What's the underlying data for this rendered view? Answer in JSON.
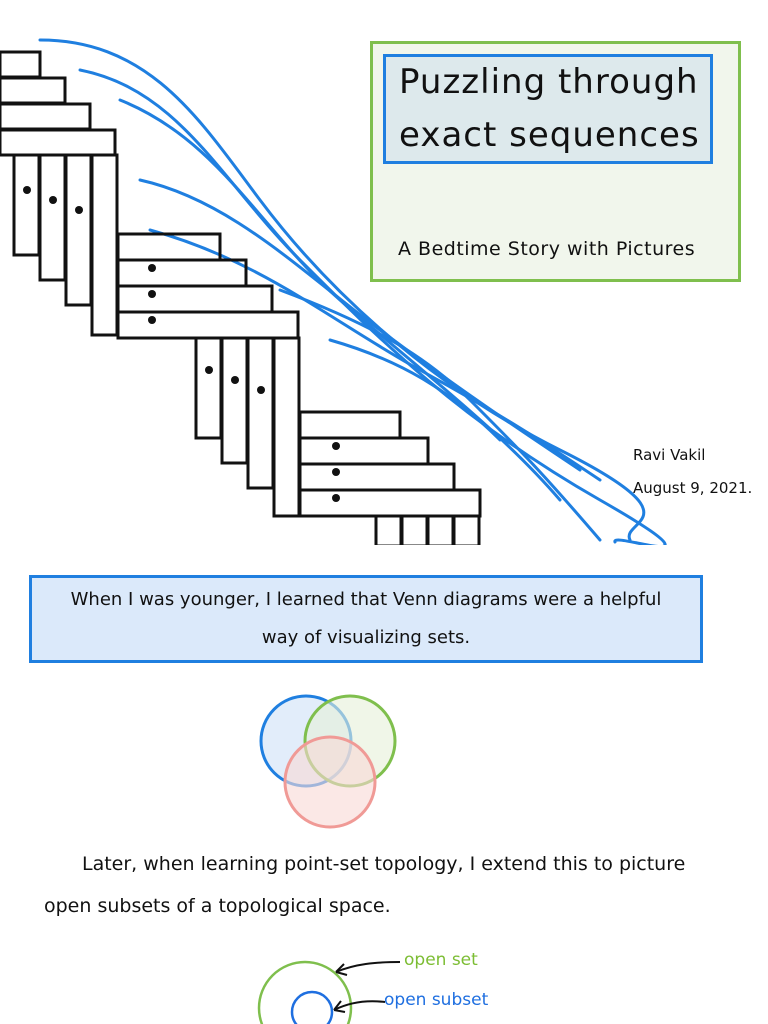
{
  "title": {
    "line1": "Puzzling through",
    "line2": "exact sequences",
    "subtitle": "A Bedtime Story with Pictures"
  },
  "byline": {
    "author": "Ravi Vakil",
    "date": "August 9, 2021."
  },
  "intro": {
    "text": "When I was younger, I learned that Venn diagrams were a helpful way of visualizing sets."
  },
  "paragraph": {
    "text": "Later, when learning point-set topology, I extend this to picture open subsets of a topological space."
  },
  "figure_labels": {
    "open_set": "open set",
    "open_subset": "open subset"
  },
  "colors": {
    "blue": "#1f7fe0",
    "green": "#7fbf4d",
    "pink": "#f09a96",
    "orange": "#f0a23a",
    "teal": "#2e8f6a"
  }
}
